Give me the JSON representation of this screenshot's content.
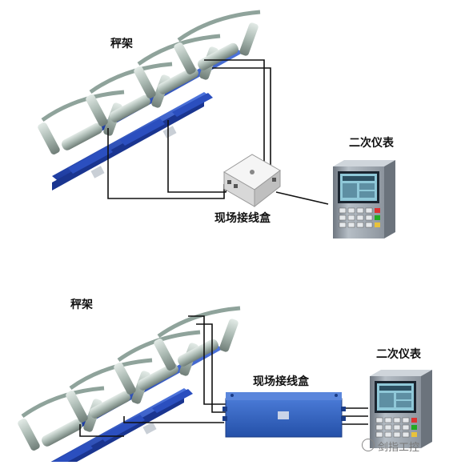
{
  "panels": [
    {
      "scale_frame_label": "秤架",
      "junction_box_label": "现场接线盒",
      "instrument_label": "二次仪表"
    },
    {
      "scale_frame_label": "秤架",
      "junction_box_label": "现场接线盒",
      "instrument_label": "二次仪表"
    }
  ],
  "watermark": "剑指工控",
  "colors": {
    "frame_blue": "#2a4fbf",
    "roller_gray": "#b8c4bf",
    "cable": "#111111",
    "box_light": "#e8e8e8",
    "box_blue": "#3062c4",
    "instrument_body": "#9aa3ad"
  }
}
